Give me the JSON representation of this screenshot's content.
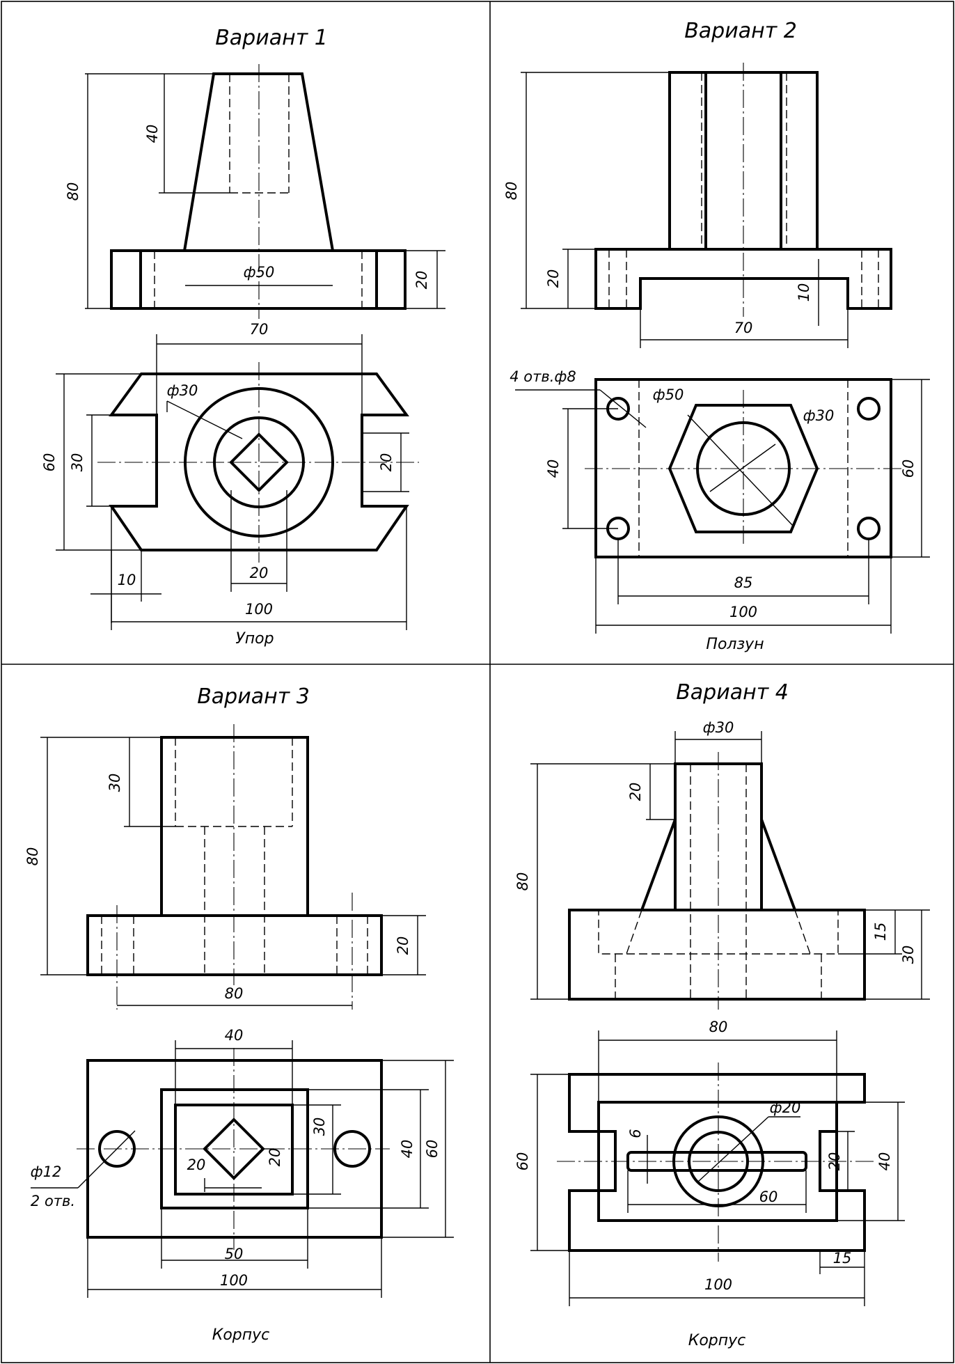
{
  "variants": [
    {
      "title": "Вариант 1",
      "caption": "Упор",
      "dims": {
        "front_height": "80",
        "bore_depth": "40",
        "boss_dia": "ф50",
        "base_height": "20",
        "top_width": "70",
        "width": "60",
        "slot_width": "30",
        "dia_30": "ф30",
        "side_slot": "20",
        "square": "20",
        "step": "10",
        "length": "100"
      }
    },
    {
      "title": "Вариант 2",
      "caption": "Ползун",
      "dims": {
        "height": "80",
        "base_height": "20",
        "recess": "10",
        "recess_length": "70",
        "holes": "4 отв.ф8",
        "hex": "ф50",
        "bore": "ф30",
        "hole_spacing_y": "40",
        "width": "60",
        "hole_spacing_x": "85",
        "length": "100"
      }
    },
    {
      "title": "Вариант 3",
      "caption": "Корпус",
      "dims": {
        "height": "80",
        "bore_depth": "30",
        "base_height": "20",
        "hole_spacing": "80",
        "pocket_length": "40",
        "hole_dia": "ф12",
        "holes_count": "2 отв.",
        "square_a": "20",
        "square_b": "20",
        "pocket_height": "30",
        "boss_width": "40",
        "width": "60",
        "boss_length": "50",
        "length": "100"
      }
    },
    {
      "title": "Вариант 4",
      "caption": "Корпус",
      "dims": {
        "boss_dia": "ф30",
        "rib": "20",
        "height": "80",
        "step": "15",
        "base_height": "30",
        "inner_length": "80",
        "width": "60",
        "slot": "6",
        "bore": "ф20",
        "side_slot": "20",
        "inner_width": "40",
        "slot_length": "60",
        "end_step": "15",
        "length": "100"
      }
    }
  ]
}
